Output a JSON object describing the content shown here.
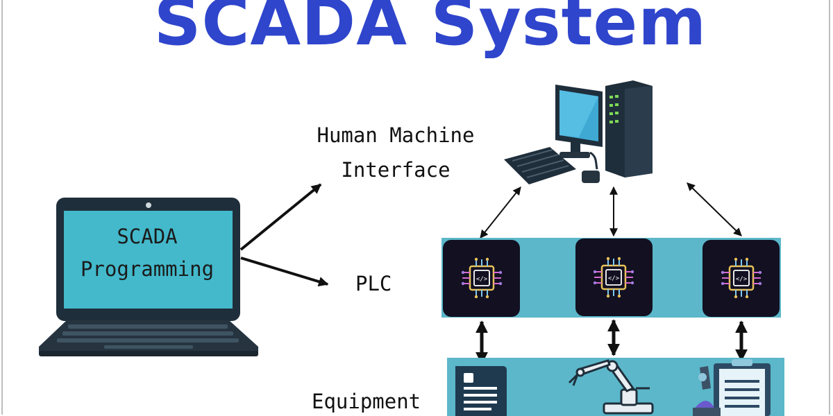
{
  "title": "SCADA System",
  "laptop": {
    "screen_line1": "SCADA",
    "screen_line2": "Programming"
  },
  "labels": {
    "hmi_line1": "Human Machine",
    "hmi_line2": "Interface",
    "plc": "PLC",
    "equipment": "Equipment"
  },
  "colors": {
    "title": "#2f45cc",
    "panel": "#5bb7c9",
    "screen": "#43b9cb",
    "chip_box": "#121021",
    "monitor": "#1f2e3b"
  },
  "icons": [
    "laptop-icon",
    "desktop-computer-icon",
    "microchip-icon",
    "document-icon",
    "robot-arm-icon",
    "lab-equipment-icon"
  ]
}
